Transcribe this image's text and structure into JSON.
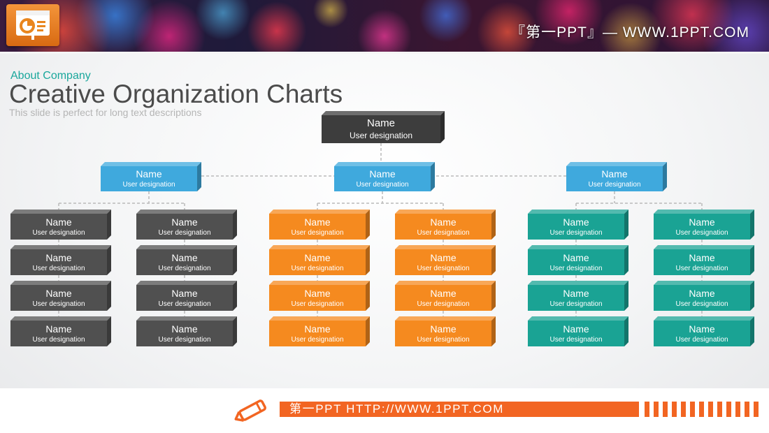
{
  "header": {
    "site_text": "『第一PPT』— WWW.1PPT.COM",
    "logo_icon": "presentation-icon",
    "logo_color": "#f08a2c"
  },
  "title_block": {
    "about": "About Company",
    "title": "Creative Organization Charts",
    "tagline": "This slide is perfect for long text descriptions"
  },
  "colors": {
    "root": "#3d3d3d",
    "manager": "#3fa9dd",
    "group_gray": "#505050",
    "group_orange": "#f58a1f",
    "group_teal": "#1aa394",
    "connector": "#b9b9b9"
  },
  "org_chart": {
    "root": {
      "name": "Name",
      "designation": "User designation"
    },
    "managers": [
      {
        "name": "Name",
        "designation": "User designation",
        "color": "gray",
        "columns": [
          [
            {
              "name": "Name",
              "designation": "User designation"
            },
            {
              "name": "Name",
              "designation": "User designation"
            },
            {
              "name": "Name",
              "designation": "User designation"
            },
            {
              "name": "Name",
              "designation": "User designation"
            }
          ],
          [
            {
              "name": "Name",
              "designation": "User designation"
            },
            {
              "name": "Name",
              "designation": "User designation"
            },
            {
              "name": "Name",
              "designation": "User designation"
            },
            {
              "name": "Name",
              "designation": "User designation"
            }
          ]
        ]
      },
      {
        "name": "Name",
        "designation": "User designation",
        "color": "orange",
        "columns": [
          [
            {
              "name": "Name",
              "designation": "User designation"
            },
            {
              "name": "Name",
              "designation": "User designation"
            },
            {
              "name": "Name",
              "designation": "User designation"
            },
            {
              "name": "Name",
              "designation": "User designation"
            }
          ],
          [
            {
              "name": "Name",
              "designation": "User designation"
            },
            {
              "name": "Name",
              "designation": "User designation"
            },
            {
              "name": "Name",
              "designation": "User designation"
            },
            {
              "name": "Name",
              "designation": "User designation"
            }
          ]
        ]
      },
      {
        "name": "Name",
        "designation": "User designation",
        "color": "teal",
        "columns": [
          [
            {
              "name": "Name",
              "designation": "User designation"
            },
            {
              "name": "Name",
              "designation": "User designation"
            },
            {
              "name": "Name",
              "designation": "User designation"
            },
            {
              "name": "Name",
              "designation": "User designation"
            }
          ],
          [
            {
              "name": "Name",
              "designation": "User designation"
            },
            {
              "name": "Name",
              "designation": "User designation"
            },
            {
              "name": "Name",
              "designation": "User designation"
            },
            {
              "name": "Name",
              "designation": "User designation"
            }
          ]
        ]
      }
    ]
  },
  "footer": {
    "text": "第一PPT HTTP://WWW.1PPT.COM",
    "icon": "pencil-icon",
    "accent": "#f26522"
  }
}
